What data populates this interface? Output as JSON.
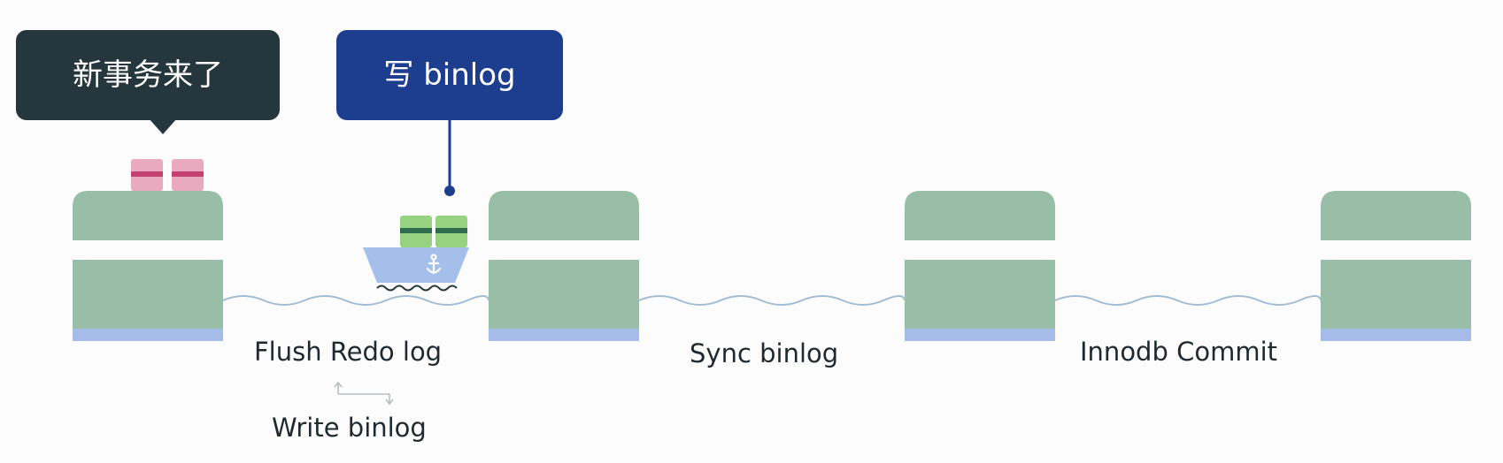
{
  "callouts": {
    "new_transaction": "新事务来了",
    "write_binlog": "写 binlog"
  },
  "stages": {
    "flush": "Flush Redo log",
    "write": "Write binlog",
    "sync": "Sync binlog",
    "commit": "Innodb Commit"
  },
  "icons": {
    "ship": "anchor-icon"
  },
  "colors": {
    "dock_green": "#98bea7",
    "dock_blue": "#a6bbe8",
    "river": "#a3bcd2",
    "cargo_pink": "#e9a9bf",
    "cargo_pink_stripe": "#c3416f",
    "cargo_green": "#96d27f",
    "cargo_green_stripe": "#2f6c4b",
    "ship_hull": "#a4c0ea",
    "callout_dark": "#25373d",
    "callout_blue": "#1d3d8e",
    "background": "#fcfcfc"
  }
}
